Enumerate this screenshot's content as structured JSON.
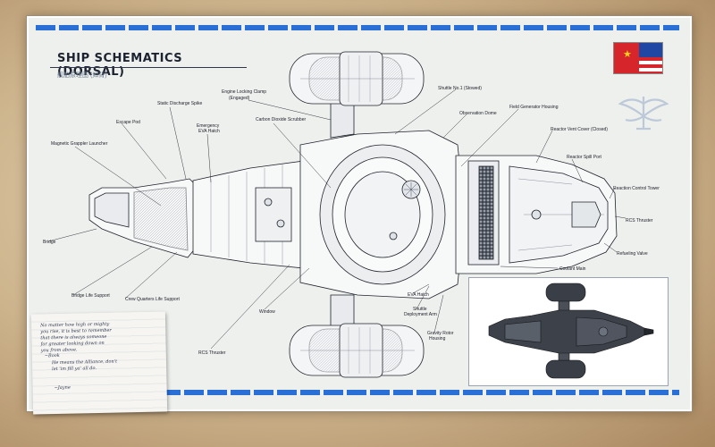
{
  "title": "SHIP SCHEMATICS (DORSAL)",
  "subtitle": "舰舶原理图 (如背)",
  "icons": {
    "flag": "union-of-allied-planets-flag",
    "emblem": "winged-alliance-emblem"
  },
  "colors": {
    "accent_blue": "#2a6fd6",
    "sheet": "#eef0ee",
    "parchment": "#cdb48d",
    "ink": "#20232c"
  },
  "labels": {
    "engine_locking_clamp": "Engine Locking Clamp",
    "engine_locking_clamp_state": "(Engaged)",
    "static_discharge_spike": "Static Discharge Spike",
    "escape_pod": "Escape Pod",
    "emergency_eva_hatch_1": "Emergency",
    "emergency_eva_hatch_2": "EVA Hatch",
    "carbon_dioxide_scrubber": "Carbon Dioxide Scrubber",
    "magnetic_grappler_launcher": "Magnetic Grappler Launcher",
    "shuttle_no1": "Shuttle No.1 (Stowed)",
    "observation_dome": "Observation Dome",
    "field_generator_housing": "Field Generator Housing",
    "reactor_vent_cover": "Reactor Vent Cover (Closed)",
    "reactor_spill_port": "Reactor Spill Port",
    "reaction_control_tower": "Reaction Control Tower",
    "rcs_thruster_right": "RCS Thruster",
    "refueling_valve": "Refueling Valve",
    "coolant_main": "Coolant Main",
    "bridge": "Bridge",
    "bridge_life_support": "Bridge Life Support",
    "crew_quarters_life_support": "Crew Quarters Life Support",
    "window": "Window",
    "rcs_thruster_bottom": "RCS Thruster",
    "eva_hatch": "EVA Hatch",
    "shuttle_deployment_arm_1": "Shuttle",
    "shuttle_deployment_arm_2": "Deployment Arm",
    "gravity_rotor_housing_1": "Gravity Rotor",
    "gravity_rotor_housing_2": "Housing"
  },
  "note": {
    "text": "No matter how high or mighty\nyou rise, it is best to remember\nthat there is always someone\nfor greater looking down on\nyou from above.",
    "signature": "~Book",
    "text2": "He means the Alliance, don't\nlet 'im fill ya' all do.",
    "signature2": "~Jayne"
  }
}
